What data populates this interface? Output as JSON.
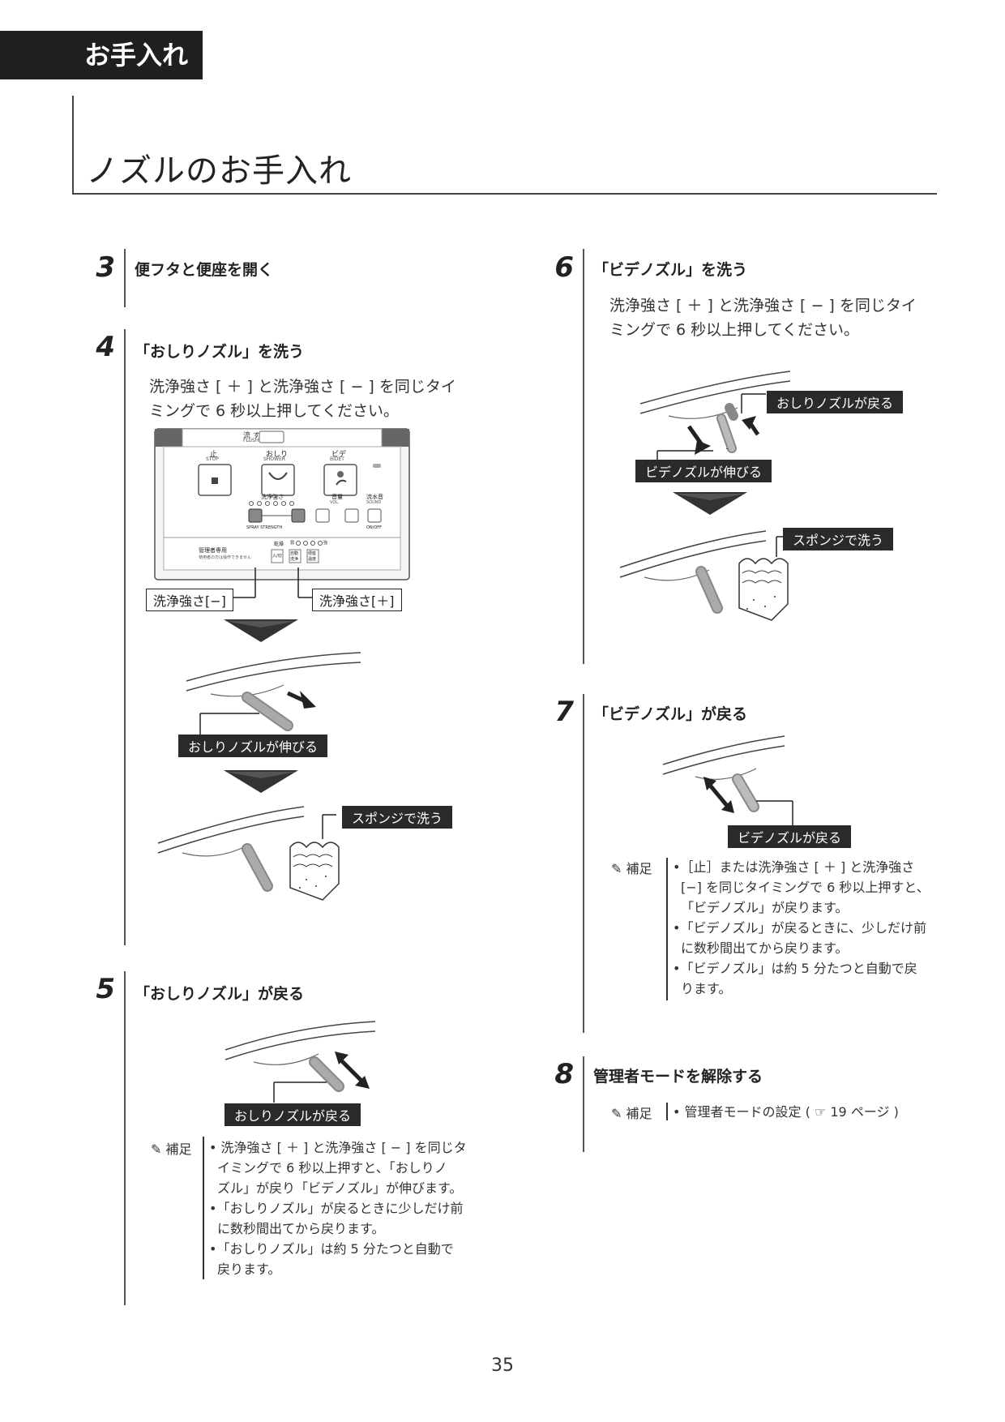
{
  "section_tab": "お手入れ",
  "page_title": "ノズルのお手入れ",
  "steps": {
    "s3": {
      "num": "3",
      "head": "便フタと便座を開く"
    },
    "s4": {
      "num": "4",
      "head": "「おしりノズル」を洗う",
      "body1": "洗浄強さ [ ＋ ] と洗浄強さ [ − ] を同じタイ",
      "body2": "ミングで 6 秒以上押してください。",
      "callout_minus": "洗浄強さ[−]",
      "callout_plus": "洗浄強さ[＋]",
      "callout_extend": "おしりノズルが伸びる",
      "callout_sponge": "スポンジで洗う",
      "panel": {
        "flush": "流 す",
        "flush_en": "FLUSH",
        "stop": "止",
        "stop_en": "STOP",
        "shower": "おしり",
        "shower_en": "SHOWER",
        "bidet": "ビデ",
        "bidet_en": "BIDET",
        "strength": "洗浄強さ",
        "spray_strength": "SPRAY STRENGTH",
        "volume": "音量",
        "volume_en": "VOL.",
        "sound": "流水音",
        "sound_en": "SOUND",
        "onoff": "ON/OFF",
        "admin": "管理者専用",
        "admin_sub": "使用者の方は操作できません",
        "dry": "乾燥",
        "weak": "弱",
        "strong": "強",
        "btn_onoff": "入/切",
        "btn_auto": "自動洗浄",
        "btn_temp": "便座温度"
      }
    },
    "s5": {
      "num": "5",
      "head": "「おしりノズル」が戻る",
      "callout_return": "おしりノズルが戻る",
      "note_label": "補足",
      "notes": [
        "• 洗浄強さ [ ＋ ] と洗浄強さ [ − ] を同じタ",
        "イミングで 6 秒以上押すと、「おしりノ",
        "ズル」が戻り「ビデノズル」が伸びます。",
        "•「おしりノズル」が戻るときに少しだけ前",
        "に数秒間出てから戻ります。",
        "•「おしりノズル」は約 5 分たつと自動で",
        "戻ります。"
      ]
    },
    "s6": {
      "num": "6",
      "head": "「ビデノズル」を洗う",
      "body1": "洗浄強さ [ ＋ ] と洗浄強さ [ − ] を同じタイ",
      "body2": "ミングで 6 秒以上押してください。",
      "callout_oshiri_return": "おしりノズルが戻る",
      "callout_bidet_extend": "ビデノズルが伸びる",
      "callout_sponge": "スポンジで洗う"
    },
    "s7": {
      "num": "7",
      "head": "「ビデノズル」が戻る",
      "callout_return": "ビデノズルが戻る",
      "note_label": "補足",
      "notes": [
        "•［止］または洗浄強さ [ ＋ ] と洗浄強さ",
        "[−] を同じタイミングで 6 秒以上押すと、",
        "「ビデノズル」が戻ります。",
        "•「ビデノズル」が戻るときに、少しだけ前",
        "に数秒間出てから戻ります。",
        "•「ビデノズル」は約 5 分たつと自動で戻",
        "ります。"
      ]
    },
    "s8": {
      "num": "8",
      "head": "管理者モードを解除する",
      "note_label": "補足",
      "note": "• 管理者モードの設定 ( ☞ 19 ページ )"
    }
  },
  "page_number": "35"
}
